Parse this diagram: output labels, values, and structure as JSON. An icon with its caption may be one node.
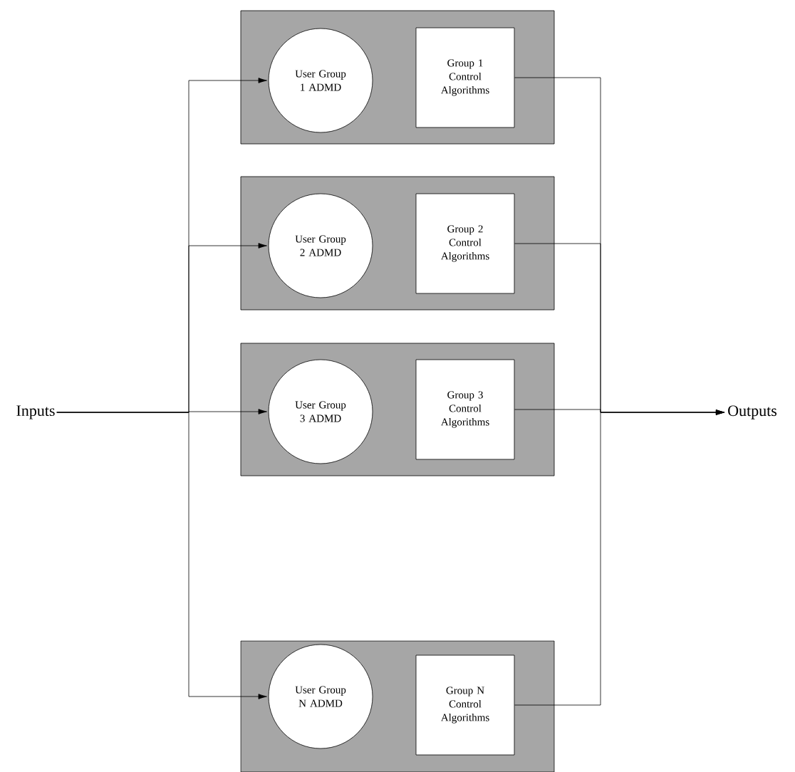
{
  "diagram": {
    "nodes": [
      {
        "text": [
          "Inputs"
        ]
      },
      {
        "text": [],
        "shape": "box"
      },
      {
        "text": [
          "User Group 1 ADMD"
        ],
        "in": 1
      },
      {
        "text": [
          "Group 1 Control Algorithms"
        ],
        "in": 1
      },
      {
        "text": [],
        "shape": "box"
      },
      {
        "text": [
          "User Group 2 ADMD"
        ],
        "in": 4
      },
      {
        "text": [
          "Group 2 Control Algorithms"
        ],
        "in": 4
      },
      {
        "text": [],
        "shape": "box"
      },
      {
        "text": [
          "User Group 3 ADMD"
        ],
        "in": 7
      },
      {
        "text": [
          "Group 3 Control Algorithms"
        ],
        "in": 7
      },
      {
        "text": [],
        "shape": "box"
      },
      {
        "text": [
          "User Group N ADMD"
        ],
        "in": 10
      },
      {
        "text": [
          "Group N Control Algorithms"
        ],
        "in": 10
      },
      {
        "text": [
          "Outputs"
        ]
      }
    ],
    "edges": [
      {
        "from": 0,
        "to": 2,
        "arrow": "to"
      },
      {
        "from": 0,
        "to": 5,
        "arrow": "to"
      },
      {
        "from": 0,
        "to": 8,
        "arrow": "to"
      },
      {
        "from": 0,
        "to": 11,
        "arrow": "to"
      },
      {
        "from": 3,
        "to": 13,
        "arrow": "to"
      },
      {
        "from": 6,
        "to": 13,
        "arrow": "to"
      },
      {
        "from": 9,
        "to": 13,
        "arrow": "to"
      },
      {
        "from": 12,
        "to": 13,
        "arrow": "to"
      }
    ]
  }
}
